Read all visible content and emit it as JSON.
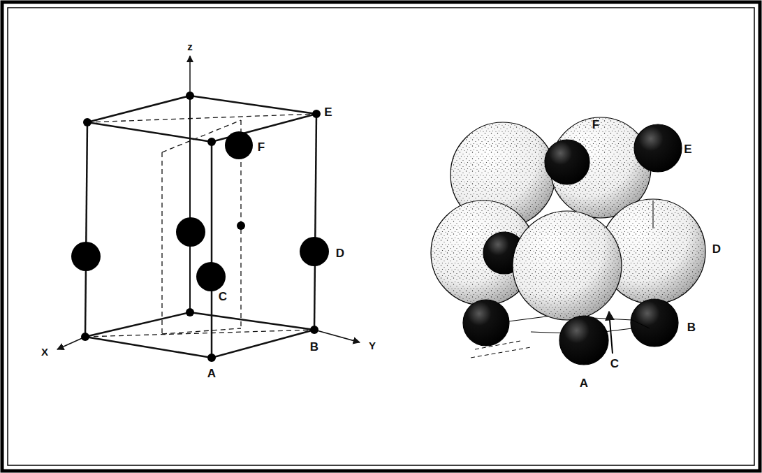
{
  "diagram": {
    "labels": [
      "z",
      "E",
      "F",
      "C",
      "D",
      "X",
      "A",
      "B",
      "Y",
      "F",
      "E",
      "D",
      "B",
      "A",
      "C"
    ]
  }
}
